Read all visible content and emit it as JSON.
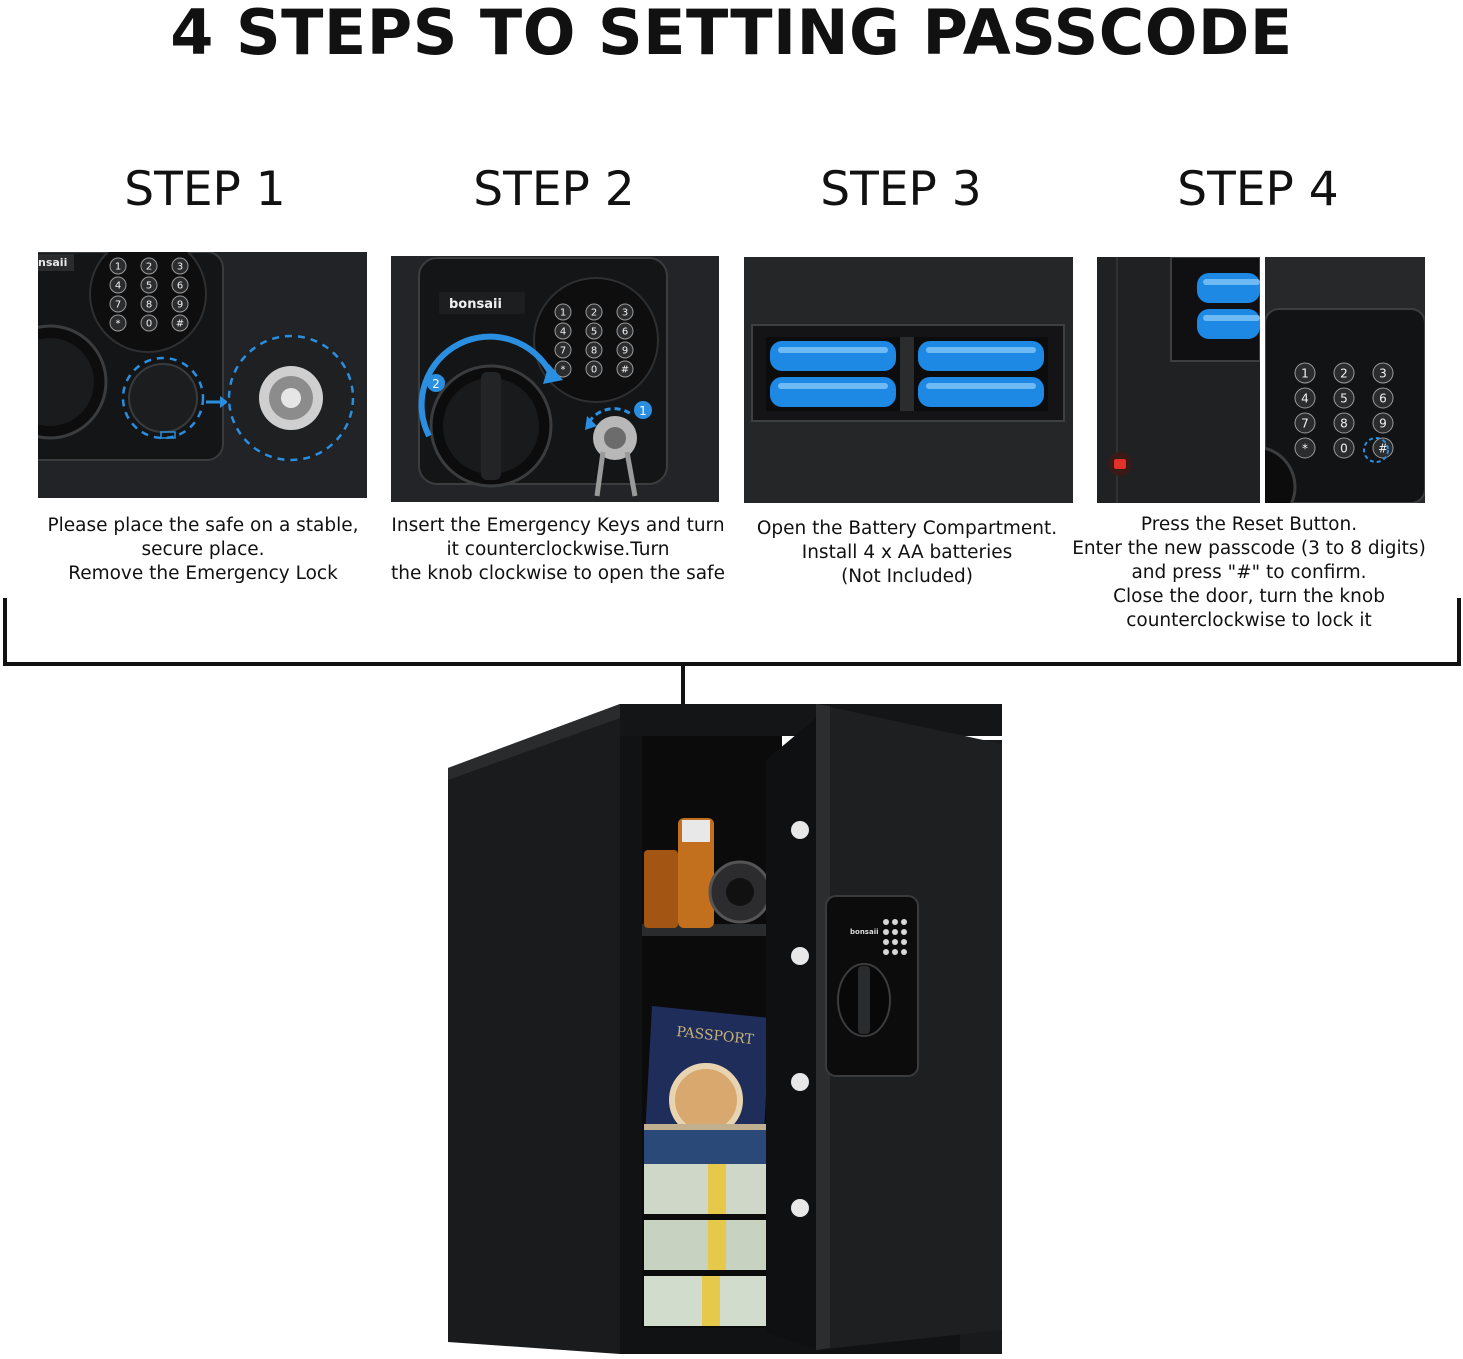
{
  "title": "4 STEPS TO SETTING PASSCODE",
  "steps": [
    {
      "heading": "STEP 1",
      "lines": [
        "Please place the safe on a stable,",
        "secure place.",
        "Remove the Emergency Lock"
      ]
    },
    {
      "heading": "STEP 2",
      "lines": [
        "Insert the Emergency Keys and turn",
        "it counterclockwise.Turn",
        "the knob clockwise to open the safe"
      ]
    },
    {
      "heading": "STEP 3",
      "lines": [
        "Open the Battery Compartment.",
        "Install 4 x AA batteries",
        "(Not Included)"
      ]
    },
    {
      "heading": "STEP 4",
      "lines": [
        "Press the Reset Button.",
        "Enter the new passcode (3 to 8 digits)",
        "and press \"#\" to confirm.",
        "Close the door, turn the knob",
        "counterclockwise to lock it"
      ]
    }
  ],
  "brand": "bonsaii",
  "brand_partial": "nsaii",
  "keypad_keys": [
    "1",
    "2",
    "3",
    "4",
    "5",
    "6",
    "7",
    "8",
    "9",
    "*",
    "0",
    "#"
  ],
  "callouts": [
    "1",
    "2"
  ],
  "passport_text": "PASSPORT",
  "colors": {
    "accent_blue": "#2a8fe0",
    "battery_blue": "#1e88e5",
    "panel_dark": "#1b1c1e",
    "reset_red": "#e0322a"
  }
}
